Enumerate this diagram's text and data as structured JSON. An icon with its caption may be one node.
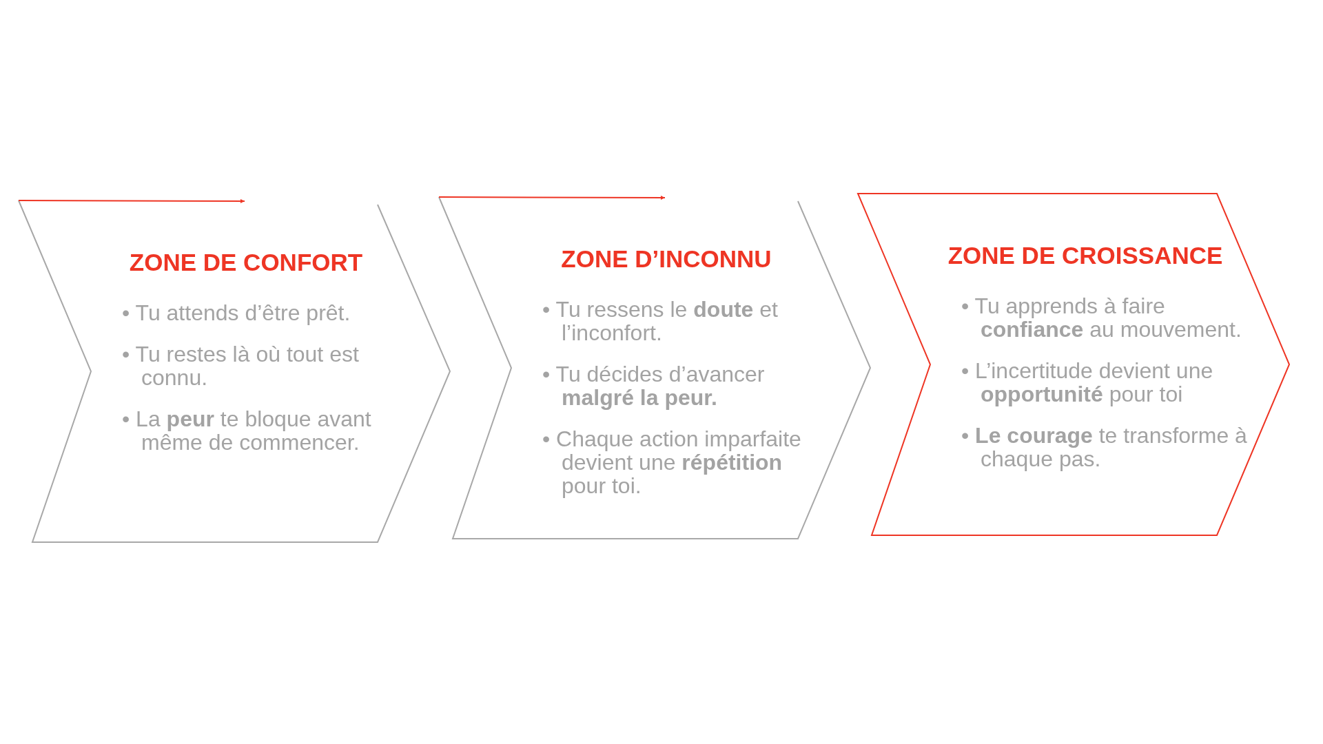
{
  "diagram": {
    "nodes": [
      {
        "text": [
          "ZONE DE CONFORT",
          "• Tu attends d’être prêt.",
          "• Tu restes là où tout est connu.",
          "• La **peur** te bloque avant même de commencer."
        ]
      },
      {
        "text": [
          "ZONE D’INCONNU",
          "• Tu ressens le **doute** et l’inconfort.",
          "• Tu décides d’avancer **malgré la peur.**",
          "• Chaque action imparfaite devient une **répétition** pour toi."
        ]
      },
      {
        "text": [
          "ZONE DE CROISSANCE",
          "• Tu apprends à faire **confiance** au mouvement.",
          "• L’incertitude devient une **opportunité** pour toi",
          "• **Le courage** te transforme à chaque pas."
        ]
      }
    ],
    "edges": []
  }
}
